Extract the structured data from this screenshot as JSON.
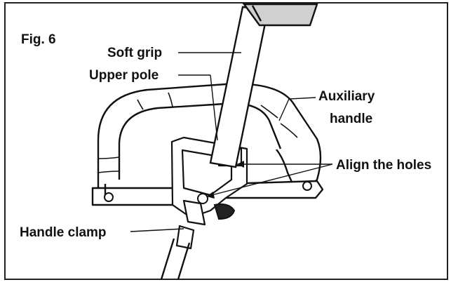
{
  "figure": {
    "number_label": "Fig. 6"
  },
  "callouts": {
    "soft_grip": "Soft grip",
    "upper_pole": "Upper pole",
    "auxiliary_handle_line1": "Auxiliary",
    "auxiliary_handle_line2": "handle",
    "align_holes": "Align the holes",
    "handle_clamp": "Handle clamp"
  },
  "colors": {
    "line": "#111111",
    "grip_shade": "#d0d0d0",
    "background": "#ffffff"
  }
}
